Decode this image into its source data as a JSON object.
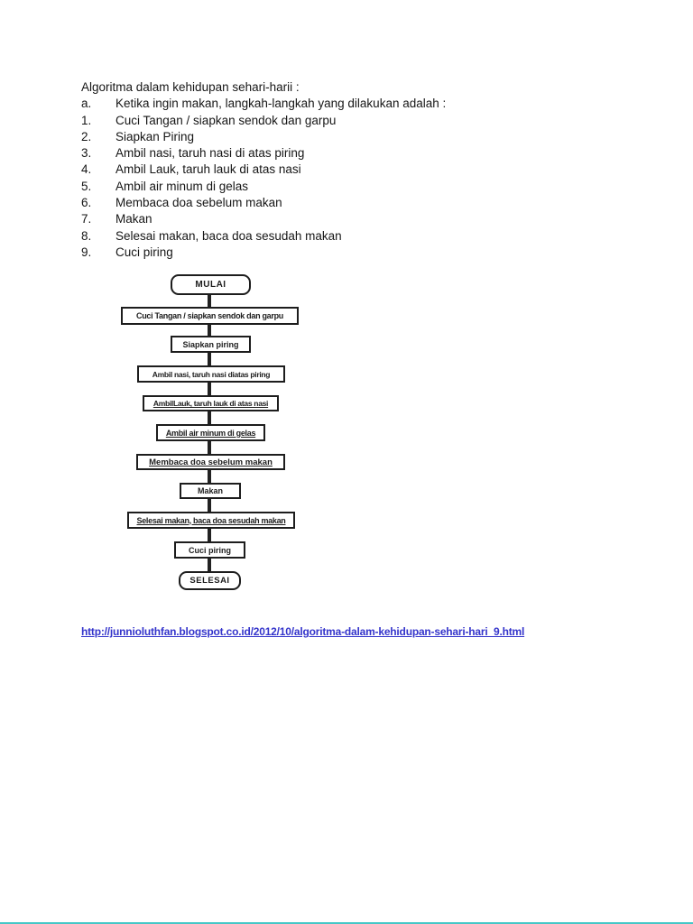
{
  "document": {
    "title": "Algoritma dalam kehidupan sehari-harii :",
    "list_items": [
      {
        "label": "a.",
        "text": "Ketika ingin makan, langkah-langkah yang dilakukan adalah :"
      },
      {
        "label": "1.",
        "text": "Cuci Tangan / siapkan sendok dan garpu"
      },
      {
        "label": "2.",
        "text": "Siapkan Piring"
      },
      {
        "label": "3.",
        "text": "Ambil nasi, taruh nasi di atas piring"
      },
      {
        "label": "4.",
        "text": "Ambil Lauk, taruh lauk di atas nasi"
      },
      {
        "label": "5.",
        "text": "Ambil air minum di gelas"
      },
      {
        "label": "6.",
        "text": "Membaca doa sebelum makan"
      },
      {
        "label": "7.",
        "text": "Makan"
      },
      {
        "label": "8.",
        "text": "Selesai makan, baca doa sesudah makan"
      },
      {
        "label": "9.",
        "text": "Cuci piring"
      }
    ]
  },
  "flowchart": {
    "type": "vertical-flow",
    "nodes": [
      {
        "label": "MULAI",
        "shape": "terminator",
        "underline": false
      },
      {
        "label": "Cuci Tangan / siapkan sendok dan garpu",
        "shape": "process",
        "underline": false
      },
      {
        "label": "Siapkan piring",
        "shape": "process",
        "underline": false
      },
      {
        "label": "Ambil nasi, taruh nasi diatas piring",
        "shape": "process",
        "underline": false
      },
      {
        "label": "AmbilLauk, taruh lauk di atas nasi",
        "shape": "process",
        "underline": true
      },
      {
        "label": "Ambil air minum di gelas",
        "shape": "process",
        "underline": true
      },
      {
        "label": "Membaca doa sebelum makan",
        "shape": "process",
        "underline": true
      },
      {
        "label": "Makan",
        "shape": "process",
        "underline": false
      },
      {
        "label": "Selesai makan, baca doa sesudah makan",
        "shape": "process",
        "underline": true
      },
      {
        "label": "Cuci piring",
        "shape": "process",
        "underline": false
      },
      {
        "label": "SELESAI",
        "shape": "terminator",
        "underline": false
      }
    ]
  },
  "link": {
    "url": "http://junnioluthfan.blogspot.co.id/2012/10/algoritma-dalam-kehidupan-sehari-hari_9.html"
  },
  "colors": {
    "ink": "#1d1d1d",
    "link_blue": "#3434cb",
    "progress_teal": "#45c7c7"
  }
}
